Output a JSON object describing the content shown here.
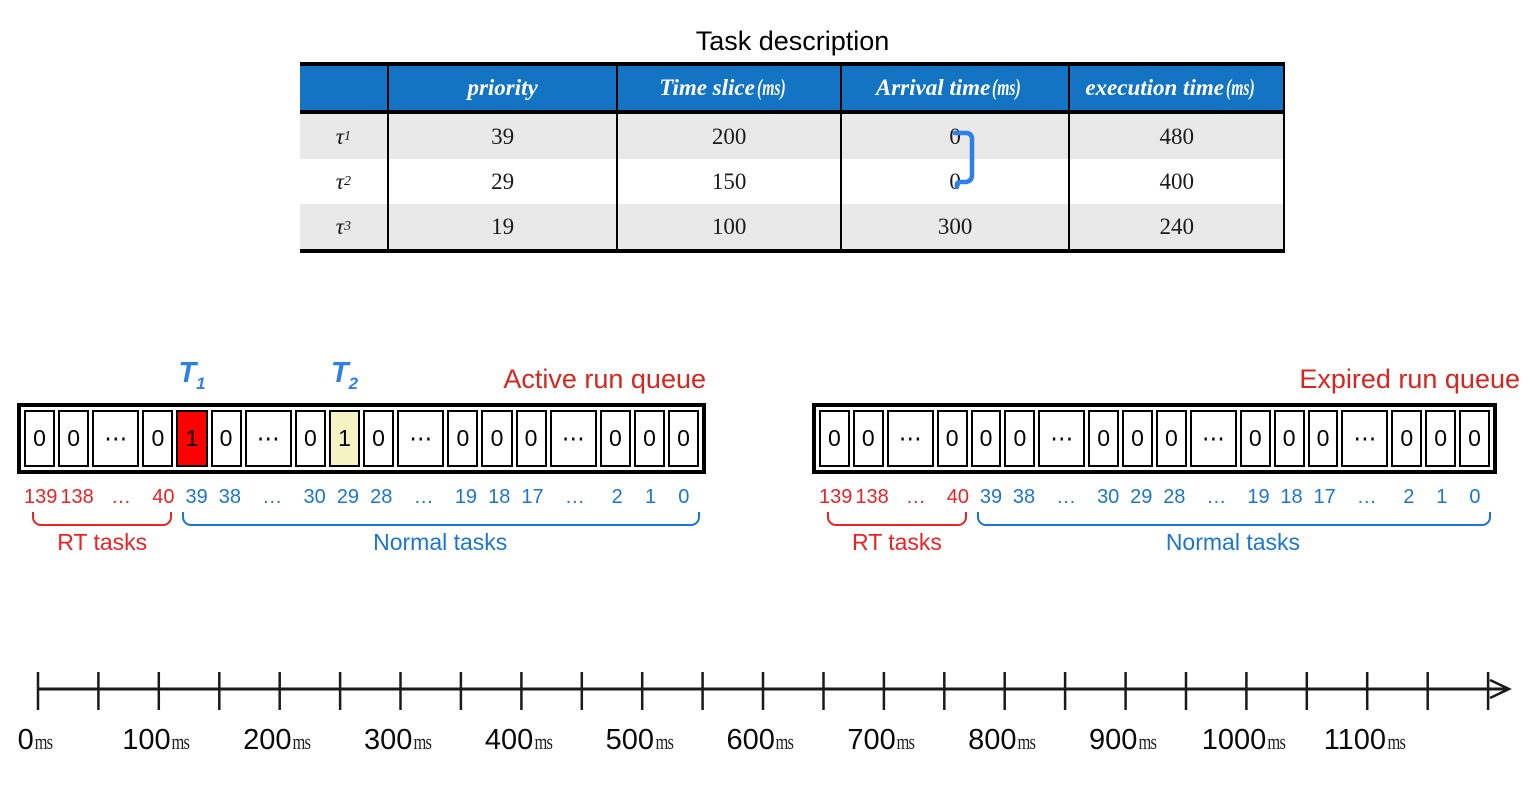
{
  "table": {
    "title": "Task description",
    "columns": [
      "",
      "priority",
      "Time slice",
      "Arrival time",
      "execution time"
    ],
    "column_units": [
      "",
      "",
      "(ms)",
      "(ms)",
      "(ms)"
    ],
    "rows": [
      {
        "task_symbol": "τ",
        "task_sub": "1",
        "values": [
          "39",
          "200",
          "0",
          "480"
        ]
      },
      {
        "task_symbol": "τ",
        "task_sub": "2",
        "values": [
          "29",
          "150",
          "0",
          "400"
        ]
      },
      {
        "task_symbol": "τ",
        "task_sub": "3",
        "values": [
          "19",
          "100",
          "300",
          "240"
        ]
      }
    ]
  },
  "queues": [
    {
      "title": "Active run queue",
      "rt_label": "RT tasks",
      "normal_label": "Normal tasks",
      "pointers": [
        {
          "symbol": "T",
          "sub": "1",
          "cell_index": 4
        },
        {
          "symbol": "T",
          "sub": "2",
          "cell_index": 8
        }
      ],
      "cells": [
        {
          "value": "0",
          "label": "139",
          "group": "rt"
        },
        {
          "value": "0",
          "label": "138",
          "group": "rt"
        },
        {
          "value": "⋯",
          "label": "…",
          "group": "rt",
          "wide": true
        },
        {
          "value": "0",
          "label": "40",
          "group": "rt"
        },
        {
          "value": "1",
          "label": "39",
          "group": "normal",
          "highlight": "red"
        },
        {
          "value": "0",
          "label": "38",
          "group": "normal"
        },
        {
          "value": "⋯",
          "label": "…",
          "group": "normal",
          "wide": true
        },
        {
          "value": "0",
          "label": "30",
          "group": "normal"
        },
        {
          "value": "1",
          "label": "29",
          "group": "normal",
          "highlight": "yellow"
        },
        {
          "value": "0",
          "label": "28",
          "group": "normal"
        },
        {
          "value": "⋯",
          "label": "…",
          "group": "normal",
          "wide": true
        },
        {
          "value": "0",
          "label": "19",
          "group": "normal"
        },
        {
          "value": "0",
          "label": "18",
          "group": "normal"
        },
        {
          "value": "0",
          "label": "17",
          "group": "normal"
        },
        {
          "value": "⋯",
          "label": "…",
          "group": "normal",
          "wide": true
        },
        {
          "value": "0",
          "label": "2",
          "group": "normal"
        },
        {
          "value": "0",
          "label": "1",
          "group": "normal"
        },
        {
          "value": "0",
          "label": "0",
          "group": "normal"
        }
      ]
    },
    {
      "title": "Expired run queue",
      "rt_label": "RT tasks",
      "normal_label": "Normal tasks",
      "pointers": [],
      "cells": [
        {
          "value": "0",
          "label": "139",
          "group": "rt"
        },
        {
          "value": "0",
          "label": "138",
          "group": "rt"
        },
        {
          "value": "⋯",
          "label": "…",
          "group": "rt",
          "wide": true
        },
        {
          "value": "0",
          "label": "40",
          "group": "rt"
        },
        {
          "value": "0",
          "label": "39",
          "group": "normal"
        },
        {
          "value": "0",
          "label": "38",
          "group": "normal"
        },
        {
          "value": "⋯",
          "label": "…",
          "group": "normal",
          "wide": true
        },
        {
          "value": "0",
          "label": "30",
          "group": "normal"
        },
        {
          "value": "0",
          "label": "29",
          "group": "normal"
        },
        {
          "value": "0",
          "label": "28",
          "group": "normal"
        },
        {
          "value": "⋯",
          "label": "…",
          "group": "normal",
          "wide": true
        },
        {
          "value": "0",
          "label": "19",
          "group": "normal"
        },
        {
          "value": "0",
          "label": "18",
          "group": "normal"
        },
        {
          "value": "0",
          "label": "17",
          "group": "normal"
        },
        {
          "value": "⋯",
          "label": "…",
          "group": "normal",
          "wide": true
        },
        {
          "value": "0",
          "label": "2",
          "group": "normal"
        },
        {
          "value": "0",
          "label": "1",
          "group": "normal"
        },
        {
          "value": "0",
          "label": "0",
          "group": "normal"
        }
      ]
    }
  ],
  "timeline": {
    "tick_interval_ms": 50,
    "tick_count": 25,
    "labels": [
      {
        "value": "0",
        "unit": "ms"
      },
      {
        "value": "100",
        "unit": "ms"
      },
      {
        "value": "200",
        "unit": "ms"
      },
      {
        "value": "300",
        "unit": "ms"
      },
      {
        "value": "400",
        "unit": "ms"
      },
      {
        "value": "500",
        "unit": "ms"
      },
      {
        "value": "600",
        "unit": "ms"
      },
      {
        "value": "700",
        "unit": "ms"
      },
      {
        "value": "800",
        "unit": "ms"
      },
      {
        "value": "900",
        "unit": "ms"
      },
      {
        "value": "1000",
        "unit": "ms"
      },
      {
        "value": "1100",
        "unit": "ms"
      }
    ]
  },
  "colors": {
    "header_blue": "#1474C4",
    "row_stripe_gray": "#E9E9E9",
    "cell_highlight_red": "#FB0200",
    "cell_highlight_yellow": "#F5F2C4",
    "queue_title_red": "#D9251F",
    "rt_label_red": "#EE2224",
    "normal_label_blue": "#1B76D2",
    "annotation_blue": "#2E7FE8"
  }
}
